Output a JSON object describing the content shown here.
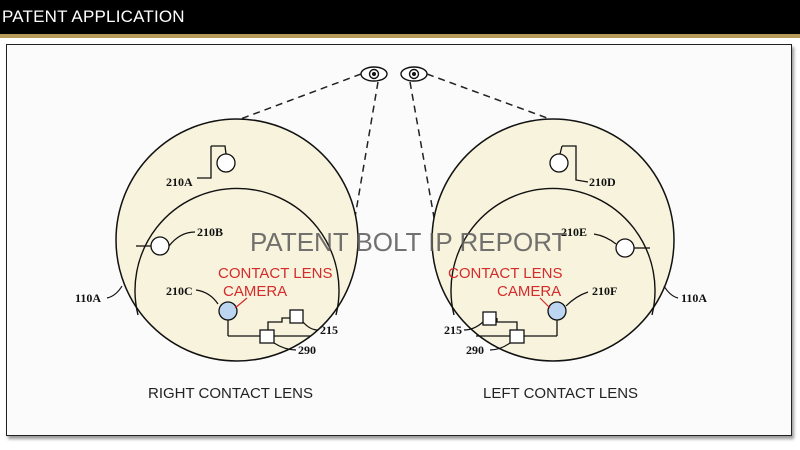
{
  "header": {
    "title": "PATENT APPLICATION"
  },
  "watermark": "PATENT BOLT IP REPORT",
  "right_lens": {
    "caption": "RIGHT CONTACT LENS",
    "lens_ref": "110A",
    "sensors": [
      "210A",
      "210B",
      "210C"
    ],
    "camera_label_line1": "CONTACT LENS",
    "camera_label_line2": "CAMERA",
    "circuit_ref": "215",
    "battery_ref": "290"
  },
  "left_lens": {
    "caption": "LEFT CONTACT LENS",
    "lens_ref": "110A",
    "sensors": [
      "210D",
      "210E",
      "210F"
    ],
    "camera_label_line1": "CONTACT LENS",
    "camera_label_line2": "CAMERA",
    "circuit_ref": "215",
    "battery_ref": "290"
  },
  "colors": {
    "lens_fill": "#f7f3dc",
    "camera_fill": "#bcd6f2",
    "annotation_red": "#d42b2b",
    "rule_gold": "#b59a5a"
  }
}
